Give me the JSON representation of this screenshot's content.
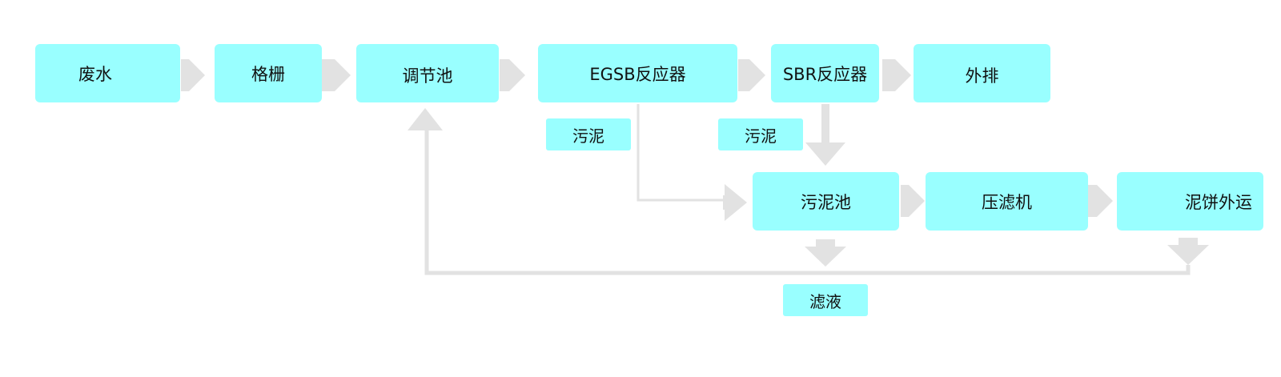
{
  "colors": {
    "box_fill": "#99ffff",
    "arrow_fill": "#e2e2e2",
    "text": "#111111"
  },
  "nodes": {
    "wastewater": "废水",
    "grille": "格栅",
    "regulating_tank": "调节池",
    "egsb_reactor": "EGSB反应器",
    "sbr_reactor": "SBR反应器",
    "discharge": "外排",
    "sludge_label_egsb": "污泥",
    "sludge_label_sbr": "污泥",
    "sludge_tank": "污泥池",
    "filter_press": "压滤机",
    "sludge_cake_transport": "泥饼外运",
    "filtrate_label": "滤液"
  }
}
